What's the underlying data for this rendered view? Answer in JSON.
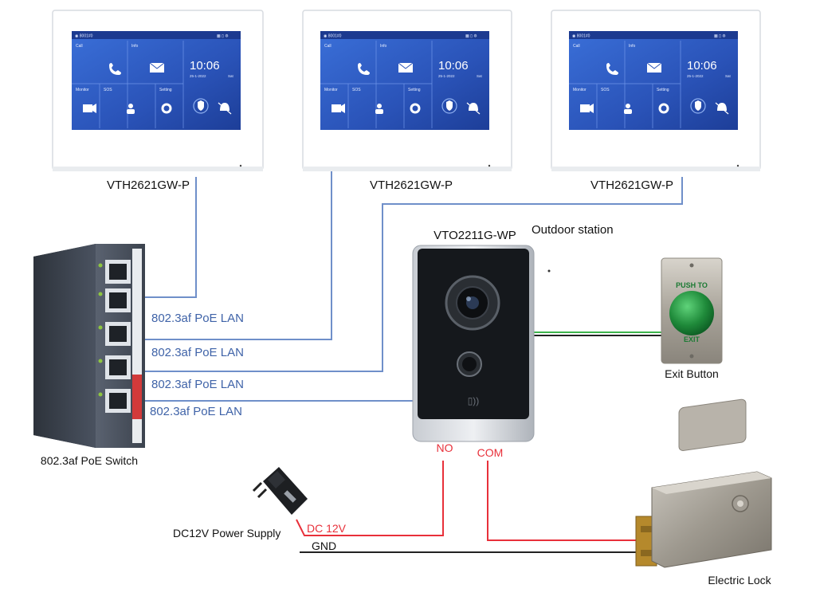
{
  "monitor": {
    "model": "VTH2621GW-P",
    "tiles": {
      "call": "Call",
      "info": "Info",
      "monitor": "Monitor",
      "sos": "SOS",
      "setting": "Setting"
    },
    "clock": {
      "time": "10:06",
      "date": "25-1-2022",
      "day": "Sat"
    },
    "screen_color": "#2f5fc9"
  },
  "monitors": [
    {
      "model": "VTH2621GW-P"
    },
    {
      "model": "VTH2621GW-P"
    },
    {
      "model": "VTH2621GW-P"
    }
  ],
  "switch": {
    "label": "802.3af PoE Switch"
  },
  "lan_labels": [
    "802.3af PoE LAN",
    "802.3af PoE LAN",
    "802.3af PoE LAN",
    "802.3af PoE LAN"
  ],
  "outdoor": {
    "model": "VTO2211G-WP",
    "description": "Outdoor station"
  },
  "exit_button": {
    "label": "Exit Button",
    "top_text": "PUSH TO",
    "bottom_text": "EXIT"
  },
  "relay": {
    "no": "NO",
    "com": "COM"
  },
  "power": {
    "label": "DC12V Power Supply",
    "positive": "DC 12V",
    "ground": "GND"
  },
  "lock": {
    "label": "Electric Lock"
  },
  "colors": {
    "lan_wire": "#6f8fc9",
    "power_wire": "#e8303a",
    "ground_wire": "#222222",
    "green_wire": "#3cb44b",
    "lan_text": "#3f63a8",
    "relay_text": "#e8303a"
  }
}
